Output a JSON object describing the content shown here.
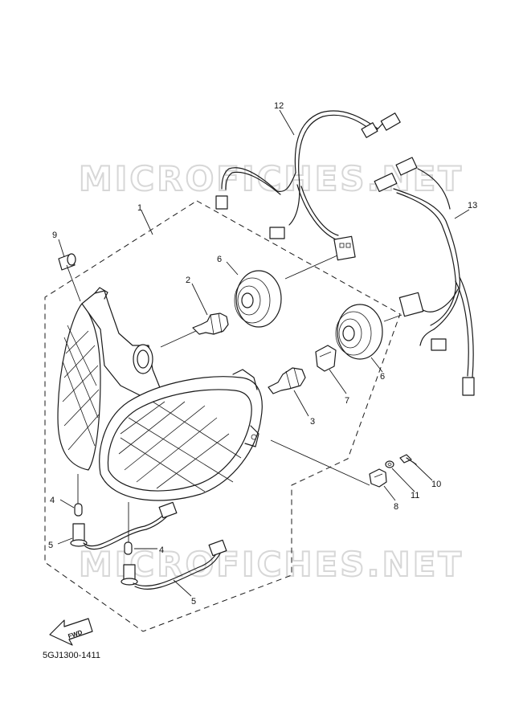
{
  "watermark": "MICROFICHES.NET",
  "diagram_code": "5GJ1300-1411",
  "forward_arrow": {
    "text": "FWD",
    "icon": "forward-arrow-icon"
  },
  "callouts": [
    {
      "id": "1",
      "part": "headlight-assembly"
    },
    {
      "id": "2",
      "part": "bulb"
    },
    {
      "id": "3",
      "part": "bulb"
    },
    {
      "id": "4",
      "part": "bulb"
    },
    {
      "id": "4",
      "part": "bulb"
    },
    {
      "id": "5",
      "part": "socket-cord"
    },
    {
      "id": "5",
      "part": "socket-cord"
    },
    {
      "id": "6",
      "part": "cover"
    },
    {
      "id": "6",
      "part": "cover"
    },
    {
      "id": "7",
      "part": "socket"
    },
    {
      "id": "8",
      "part": "bracket"
    },
    {
      "id": "9",
      "part": "grommet"
    },
    {
      "id": "10",
      "part": "screw"
    },
    {
      "id": "11",
      "part": "washer"
    },
    {
      "id": "12",
      "part": "wire-harness"
    },
    {
      "id": "13",
      "part": "wire-harness"
    }
  ]
}
